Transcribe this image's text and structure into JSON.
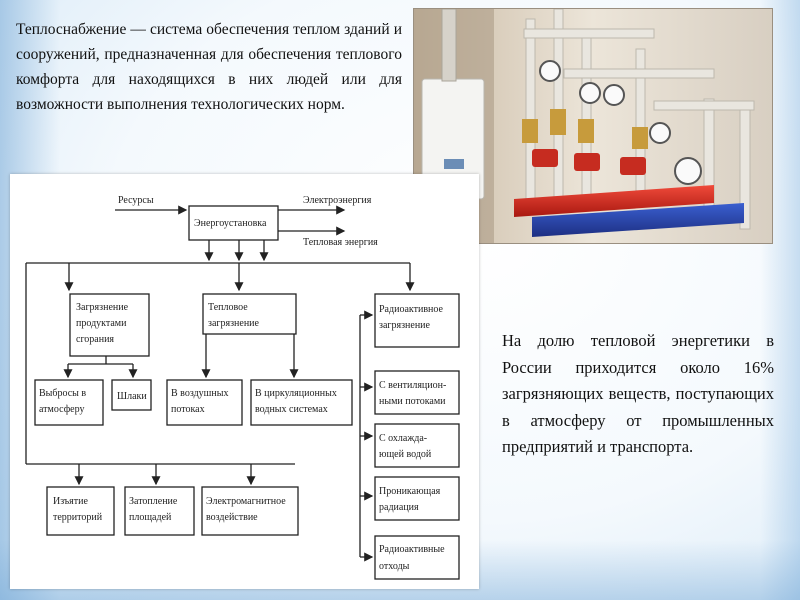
{
  "intro_paragraph": "Теплоснабжение — система обеспечения теплом зданий и сооружений, предназначенная для обеспечения теплового комфорта для находящихся в них людей или для возможности выполнения технологических норм.",
  "side_paragraph": "На долю тепловой энергетики в России приходится около 16% загрязняющих веществ, поступающих в атмосферу от промышленных предприятий и транспорта.",
  "diagram": {
    "resources": "Ресурсы",
    "electricity": "Электроэнергия",
    "heat_energy": "Тепловая энергия",
    "power_plant": "Энергоустановка",
    "combustion_l1": "Загрязнение",
    "combustion_l2": "продуктами",
    "combustion_l3": "сгорания",
    "thermal_l1": "Тепловое",
    "thermal_l2": "загрязнение",
    "radio_l1": "Радиоактивное",
    "radio_l2": "загрязнение",
    "emissions_l1": "Выбросы в",
    "emissions_l2": "атмосферу",
    "slag": "Шлаки",
    "air_l1": "В воздушных",
    "air_l2": "потоках",
    "water_l1": "В циркуляционных",
    "water_l2": "водных системах",
    "vent_l1": "С вентиляцион-",
    "vent_l2": "ными потоками",
    "cool_l1": "С охлажда-",
    "cool_l2": "ющей водой",
    "penetr_l1": "Проникающая",
    "penetr_l2": "радиация",
    "waste_l1": "Радиоактивные",
    "waste_l2": "отходы",
    "land_l1": "Изъятие",
    "land_l2": "территорий",
    "flood_l1": "Затопление",
    "flood_l2": "площадей",
    "em_l1": "Электромагнитное",
    "em_l2": "воздействие"
  }
}
